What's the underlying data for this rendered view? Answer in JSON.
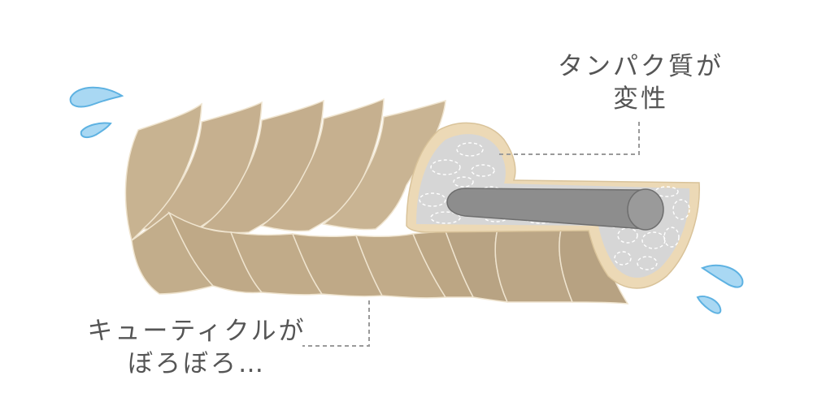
{
  "labels": {
    "protein_line1": "タンパク質が",
    "protein_line2": "変性",
    "cuticle_line1": "キューティクルが",
    "cuticle_line2": "ぼろぼろ…"
  },
  "colors": {
    "cuticle": "#c8b391",
    "cuticle_dark": "#b19d7e",
    "cuticle_edge": "#efe4cf",
    "cross_section_rim": "#ecd9b6",
    "cortex": "#d6d6d6",
    "core": "#8d8d8d",
    "core_dark": "#6e6e6e",
    "water": "#a9d8f3",
    "water_edge": "#5eb2e2",
    "leader": "#9a9a9a",
    "text": "#555555"
  }
}
